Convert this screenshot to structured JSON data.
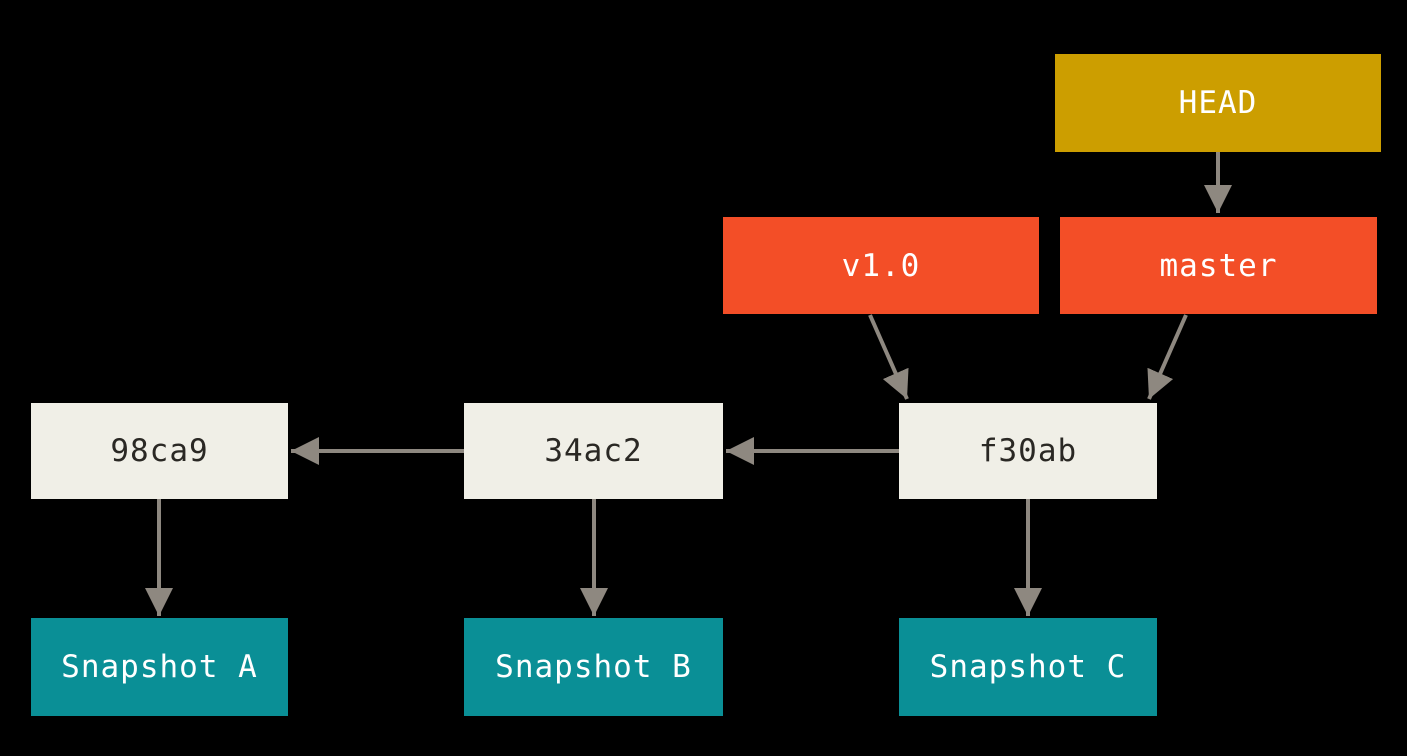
{
  "colors": {
    "background": "#000000",
    "head_pointer": "#cc9e00",
    "ref": "#f34e27",
    "commit": "#f0efe7",
    "snapshot": "#0a8f96",
    "arrow": "#8e8880",
    "text_light": "#ffffff",
    "text_dark": "#2a2824"
  },
  "nodes": {
    "head": {
      "label": "HEAD",
      "type": "head-pointer"
    },
    "v1_0": {
      "label": "v1.0",
      "type": "tag"
    },
    "master": {
      "label": "master",
      "type": "branch"
    },
    "f30ab": {
      "label": "f30ab",
      "type": "commit"
    },
    "c34ac2": {
      "label": "34ac2",
      "type": "commit"
    },
    "c98ca9": {
      "label": "98ca9",
      "type": "commit"
    },
    "snapshot_a": {
      "label": "Snapshot A",
      "type": "snapshot"
    },
    "snapshot_b": {
      "label": "Snapshot B",
      "type": "snapshot"
    },
    "snapshot_c": {
      "label": "Snapshot C",
      "type": "snapshot"
    }
  },
  "edges": [
    {
      "from": "HEAD",
      "to": "master"
    },
    {
      "from": "v1.0",
      "to": "f30ab"
    },
    {
      "from": "master",
      "to": "f30ab"
    },
    {
      "from": "f30ab",
      "to": "34ac2"
    },
    {
      "from": "34ac2",
      "to": "98ca9"
    },
    {
      "from": "98ca9",
      "to": "Snapshot A"
    },
    {
      "from": "34ac2",
      "to": "Snapshot B"
    },
    {
      "from": "f30ab",
      "to": "Snapshot C"
    }
  ]
}
